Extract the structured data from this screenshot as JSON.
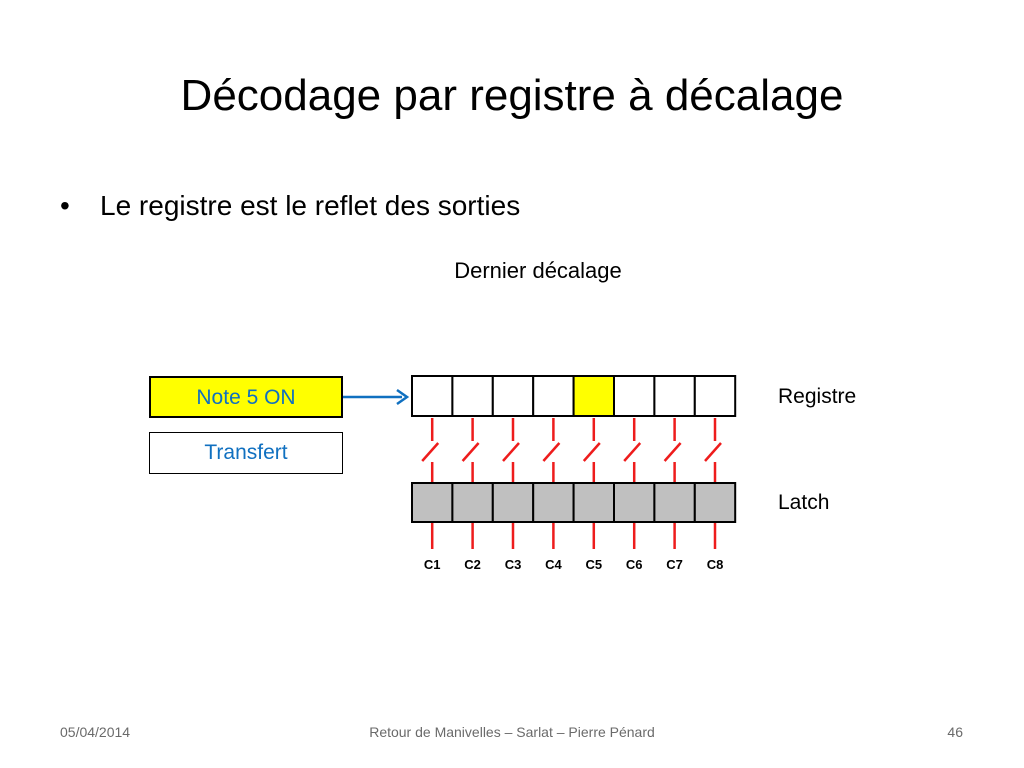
{
  "slide": {
    "title": "Décodage par registre à décalage",
    "bullet": "Le registre est le reflet des sorties",
    "caption": "Dernier décalage"
  },
  "diagram": {
    "note_label": "Note 5 ON",
    "transfer_label": "Transfert",
    "register_label": "Registre",
    "latch_label": "Latch",
    "active_cell": 5,
    "cell_count": 8,
    "outputs": [
      "C1",
      "C2",
      "C3",
      "C4",
      "C5",
      "C6",
      "C7",
      "C8"
    ],
    "colors": {
      "active": "#ffff00",
      "latch_fill": "#c0c0c0",
      "wire": "#ee1c1c",
      "arrow": "#1070c0",
      "box_text": "#1070c0"
    }
  },
  "footer": {
    "date": "05/04/2014",
    "center": "Retour de Manivelles – Sarlat – Pierre Pénard",
    "page": "46"
  }
}
